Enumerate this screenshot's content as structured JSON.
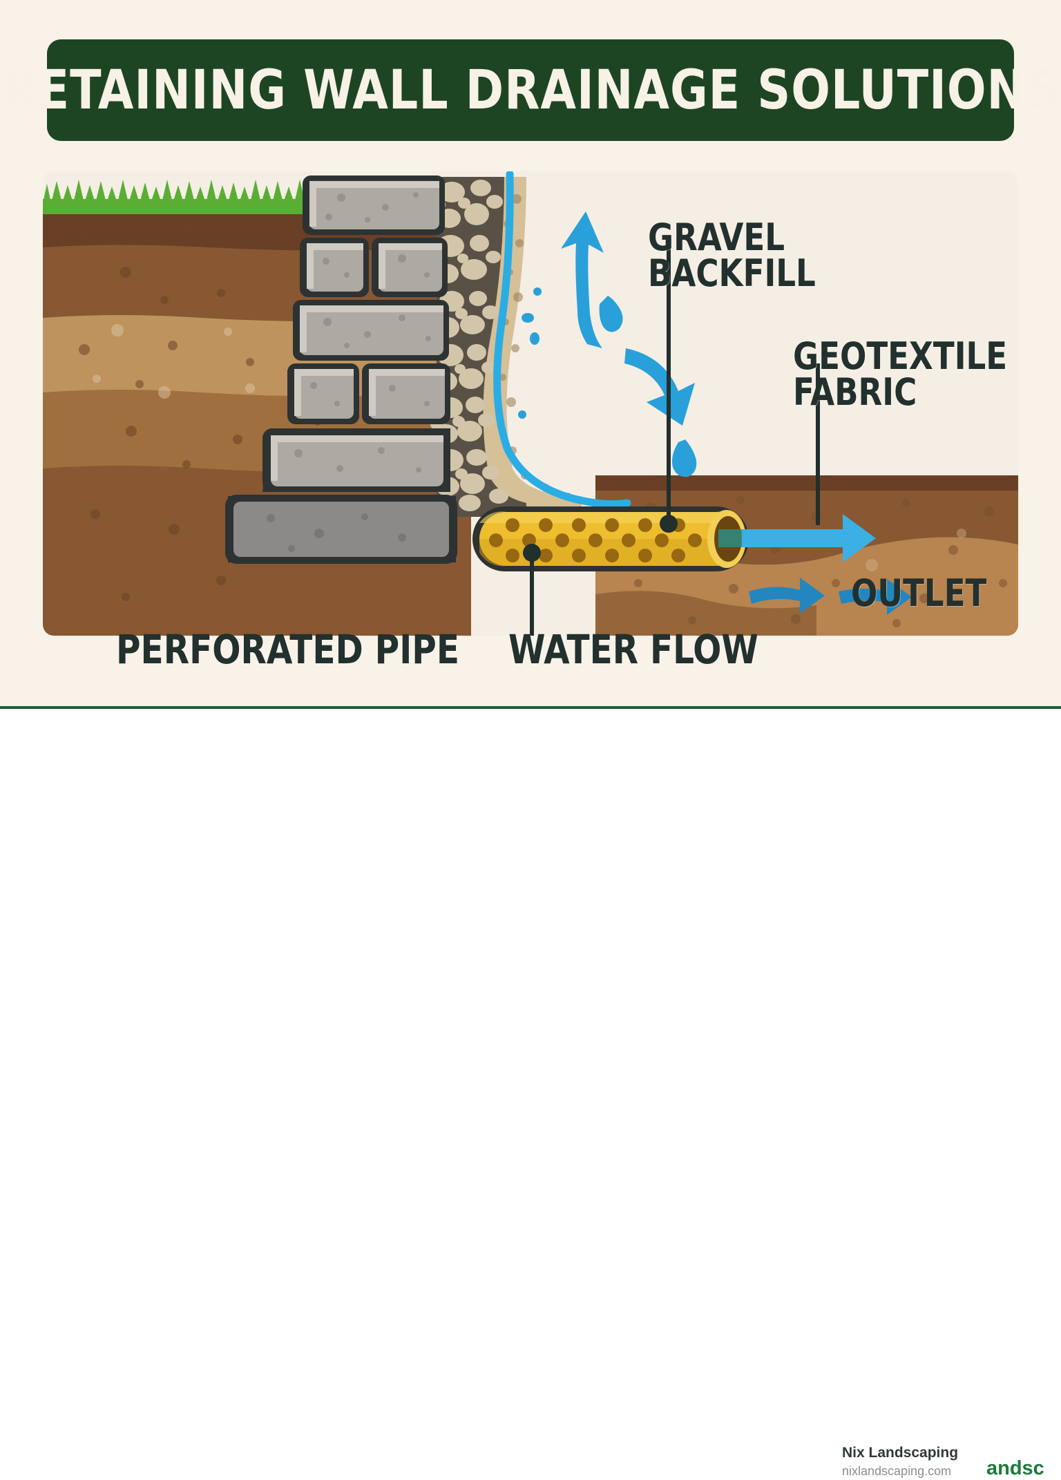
{
  "page": {
    "background": "#f8f2e8",
    "footer_background": "#ffffff",
    "rule_color": "#1d5c33"
  },
  "banner": {
    "title": "RETAINING WALL DRAINAGE SOLUTIONS",
    "background": "#1d4524",
    "text_color": "#f7f1e6"
  },
  "labels": {
    "gravel_backfill": "GRAVEL\nBACKFILL",
    "geotextile_fabric": "GEOTEXTILE\nFABRIC",
    "outlet": "OUTLET",
    "perforated_pipe": "PERFORATED PIPE",
    "water_flow": "WATER FLOW",
    "text_color": "#22302e"
  },
  "diagram": {
    "name": "retaining-wall-cross-section",
    "colors": {
      "grass": "#5cb135",
      "grass_shadow": "#4a9c2a",
      "topsoil": "#6b4226",
      "soil_band_1": "#8a5a33",
      "soil_band_2": "#a3713f",
      "soil_band_3": "#c29660",
      "soil_band_4": "#a3713f",
      "soil_band_5": "#8a5a33",
      "soil_right": "#a3713f",
      "soil_right_light": "#bb8751",
      "block_face": "#b0aca6",
      "block_light": "#cfcbc3",
      "block_base": "#8f8d8b",
      "block_outline": "#2e3334",
      "gravel_matrix": "#5b5347",
      "gravel_stone": "#d6c9ac",
      "sand_zone": "#d9c49b",
      "geotextile": "#2bb0e8",
      "water_arrow": "#2aa3dd",
      "water_arrow_dark": "#2389c4",
      "pipe_body": "#f2c230",
      "pipe_shadow": "#d9a41c",
      "pipe_hole": "#9a6a12",
      "pipe_rim": "#f7d359",
      "pipe_bore": "#6b4710",
      "leader_line": "#22302e"
    },
    "elements": [
      {
        "name": "grass-layer",
        "label": "grass"
      },
      {
        "name": "soil-layers",
        "label": "layered soil profile"
      },
      {
        "name": "retaining-wall-blocks",
        "label": "stacked concrete blocks, 6 courses with batter"
      },
      {
        "name": "gravel-backfill-zone",
        "label": "rounded gravel stones behind wall"
      },
      {
        "name": "sand-transition-zone",
        "label": "tan sand zone"
      },
      {
        "name": "geotextile-fabric-line",
        "label": "blue wavy separation fabric"
      },
      {
        "name": "perforated-drain-pipe",
        "label": "yellow pipe with perforations and open bore"
      },
      {
        "name": "water-flow-arrows",
        "label": "blue curved arrows and droplets"
      },
      {
        "name": "outlet-arrows",
        "label": "blue arrows exiting to outlet"
      }
    ]
  },
  "footer": {
    "company": "Nix Landscaping",
    "website": "nixlandscaping.com",
    "logo_text": "andsc"
  }
}
